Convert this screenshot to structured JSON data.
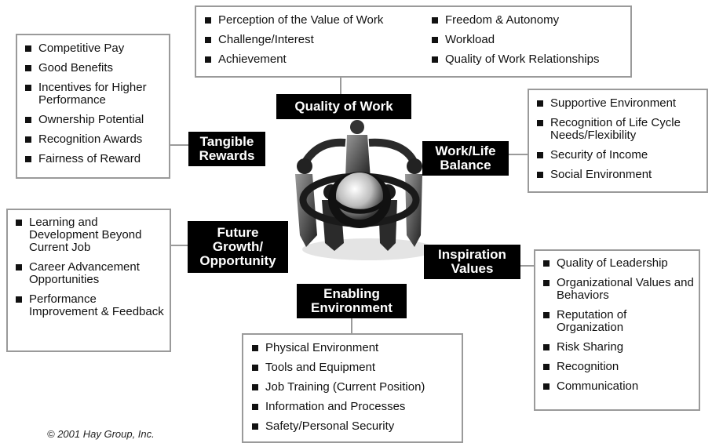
{
  "center_figure": {
    "name": "people-circle-globe-illustration"
  },
  "categories": {
    "quality_of_work": {
      "label": "Quality of Work",
      "items_left": [
        "Perception of the Value of Work",
        "Challenge/Interest",
        "Achievement"
      ],
      "items_right": [
        "Freedom & Autonomy",
        "Workload",
        "Quality of Work Relationships"
      ]
    },
    "tangible_rewards": {
      "label": "Tangible\nRewards",
      "items": [
        "Competitive Pay",
        "Good Benefits",
        "Incentives for Higher Performance",
        "Ownership Potential",
        "Recognition Awards",
        "Fairness of Reward"
      ]
    },
    "work_life_balance": {
      "label": "Work/Life\nBalance",
      "items": [
        "Supportive Environment",
        "Recognition of Life Cycle Needs/Flexibility",
        "Security of Income",
        "Social Environment"
      ]
    },
    "future_growth": {
      "label": "Future\nGrowth/\nOpportunity",
      "items": [
        "Learning and Development Beyond Current Job",
        "Career Advancement Opportunities",
        "Performance Improvement & Feedback"
      ]
    },
    "inspiration_values": {
      "label": "Inspiration\nValues",
      "items": [
        "Quality of Leadership",
        "Organizational Values and Behaviors",
        "Reputation of Organization",
        "Risk Sharing",
        "Recognition",
        "Communication"
      ]
    },
    "enabling_environment": {
      "label": "Enabling\nEnvironment",
      "items": [
        "Physical Environment",
        "Tools and Equipment",
        "Job Training (Current Position)",
        "Information and Processes",
        "Safety/Personal Security"
      ]
    }
  },
  "copyright": "© 2001 Hay Group, Inc."
}
